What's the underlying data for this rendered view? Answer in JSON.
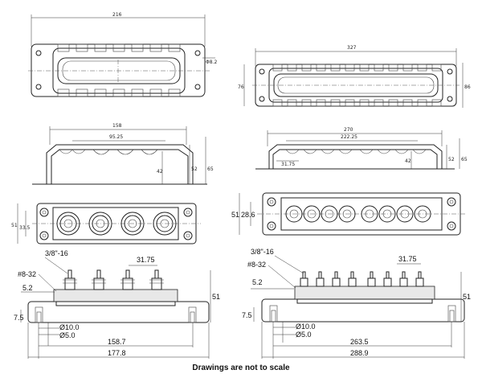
{
  "top_left": {
    "width": "216",
    "hole": "Φ8.2"
  },
  "top_right": {
    "width": "327",
    "height": "76",
    "side": "86"
  },
  "side_left": {
    "span": "158",
    "inner": "95.25",
    "h1": "42",
    "h2": "52",
    "h3": "65"
  },
  "side_right": {
    "span": "270",
    "inner": "222.25",
    "pitch": "31.75",
    "h1": "42",
    "h2": "52",
    "h3": "65"
  },
  "plan_left": {
    "h_outer": "51",
    "h_inner": "33.5"
  },
  "plan_right": {
    "h_outer": "51",
    "h_inner": "28.6"
  },
  "front_left": {
    "thread_stud": "3/8\"-16",
    "thread_screw": "#8-32",
    "pitch": "31.75",
    "gap": "5.2",
    "base": "7.5",
    "height": "51",
    "dia1": "Ø10.0",
    "dia2": "Ø5.0",
    "len_inner": "158.7",
    "len_outer": "177.8"
  },
  "front_right": {
    "thread_stud": "3/8\"-16",
    "thread_screw": "#8-32",
    "pitch": "31.75",
    "gap": "5.2",
    "base": "7.5",
    "height": "51",
    "dia1": "Ø10.0",
    "dia2": "Ø5.0",
    "len_inner": "263.5",
    "len_outer": "288.9"
  },
  "caption": "Drawings are not to scale"
}
